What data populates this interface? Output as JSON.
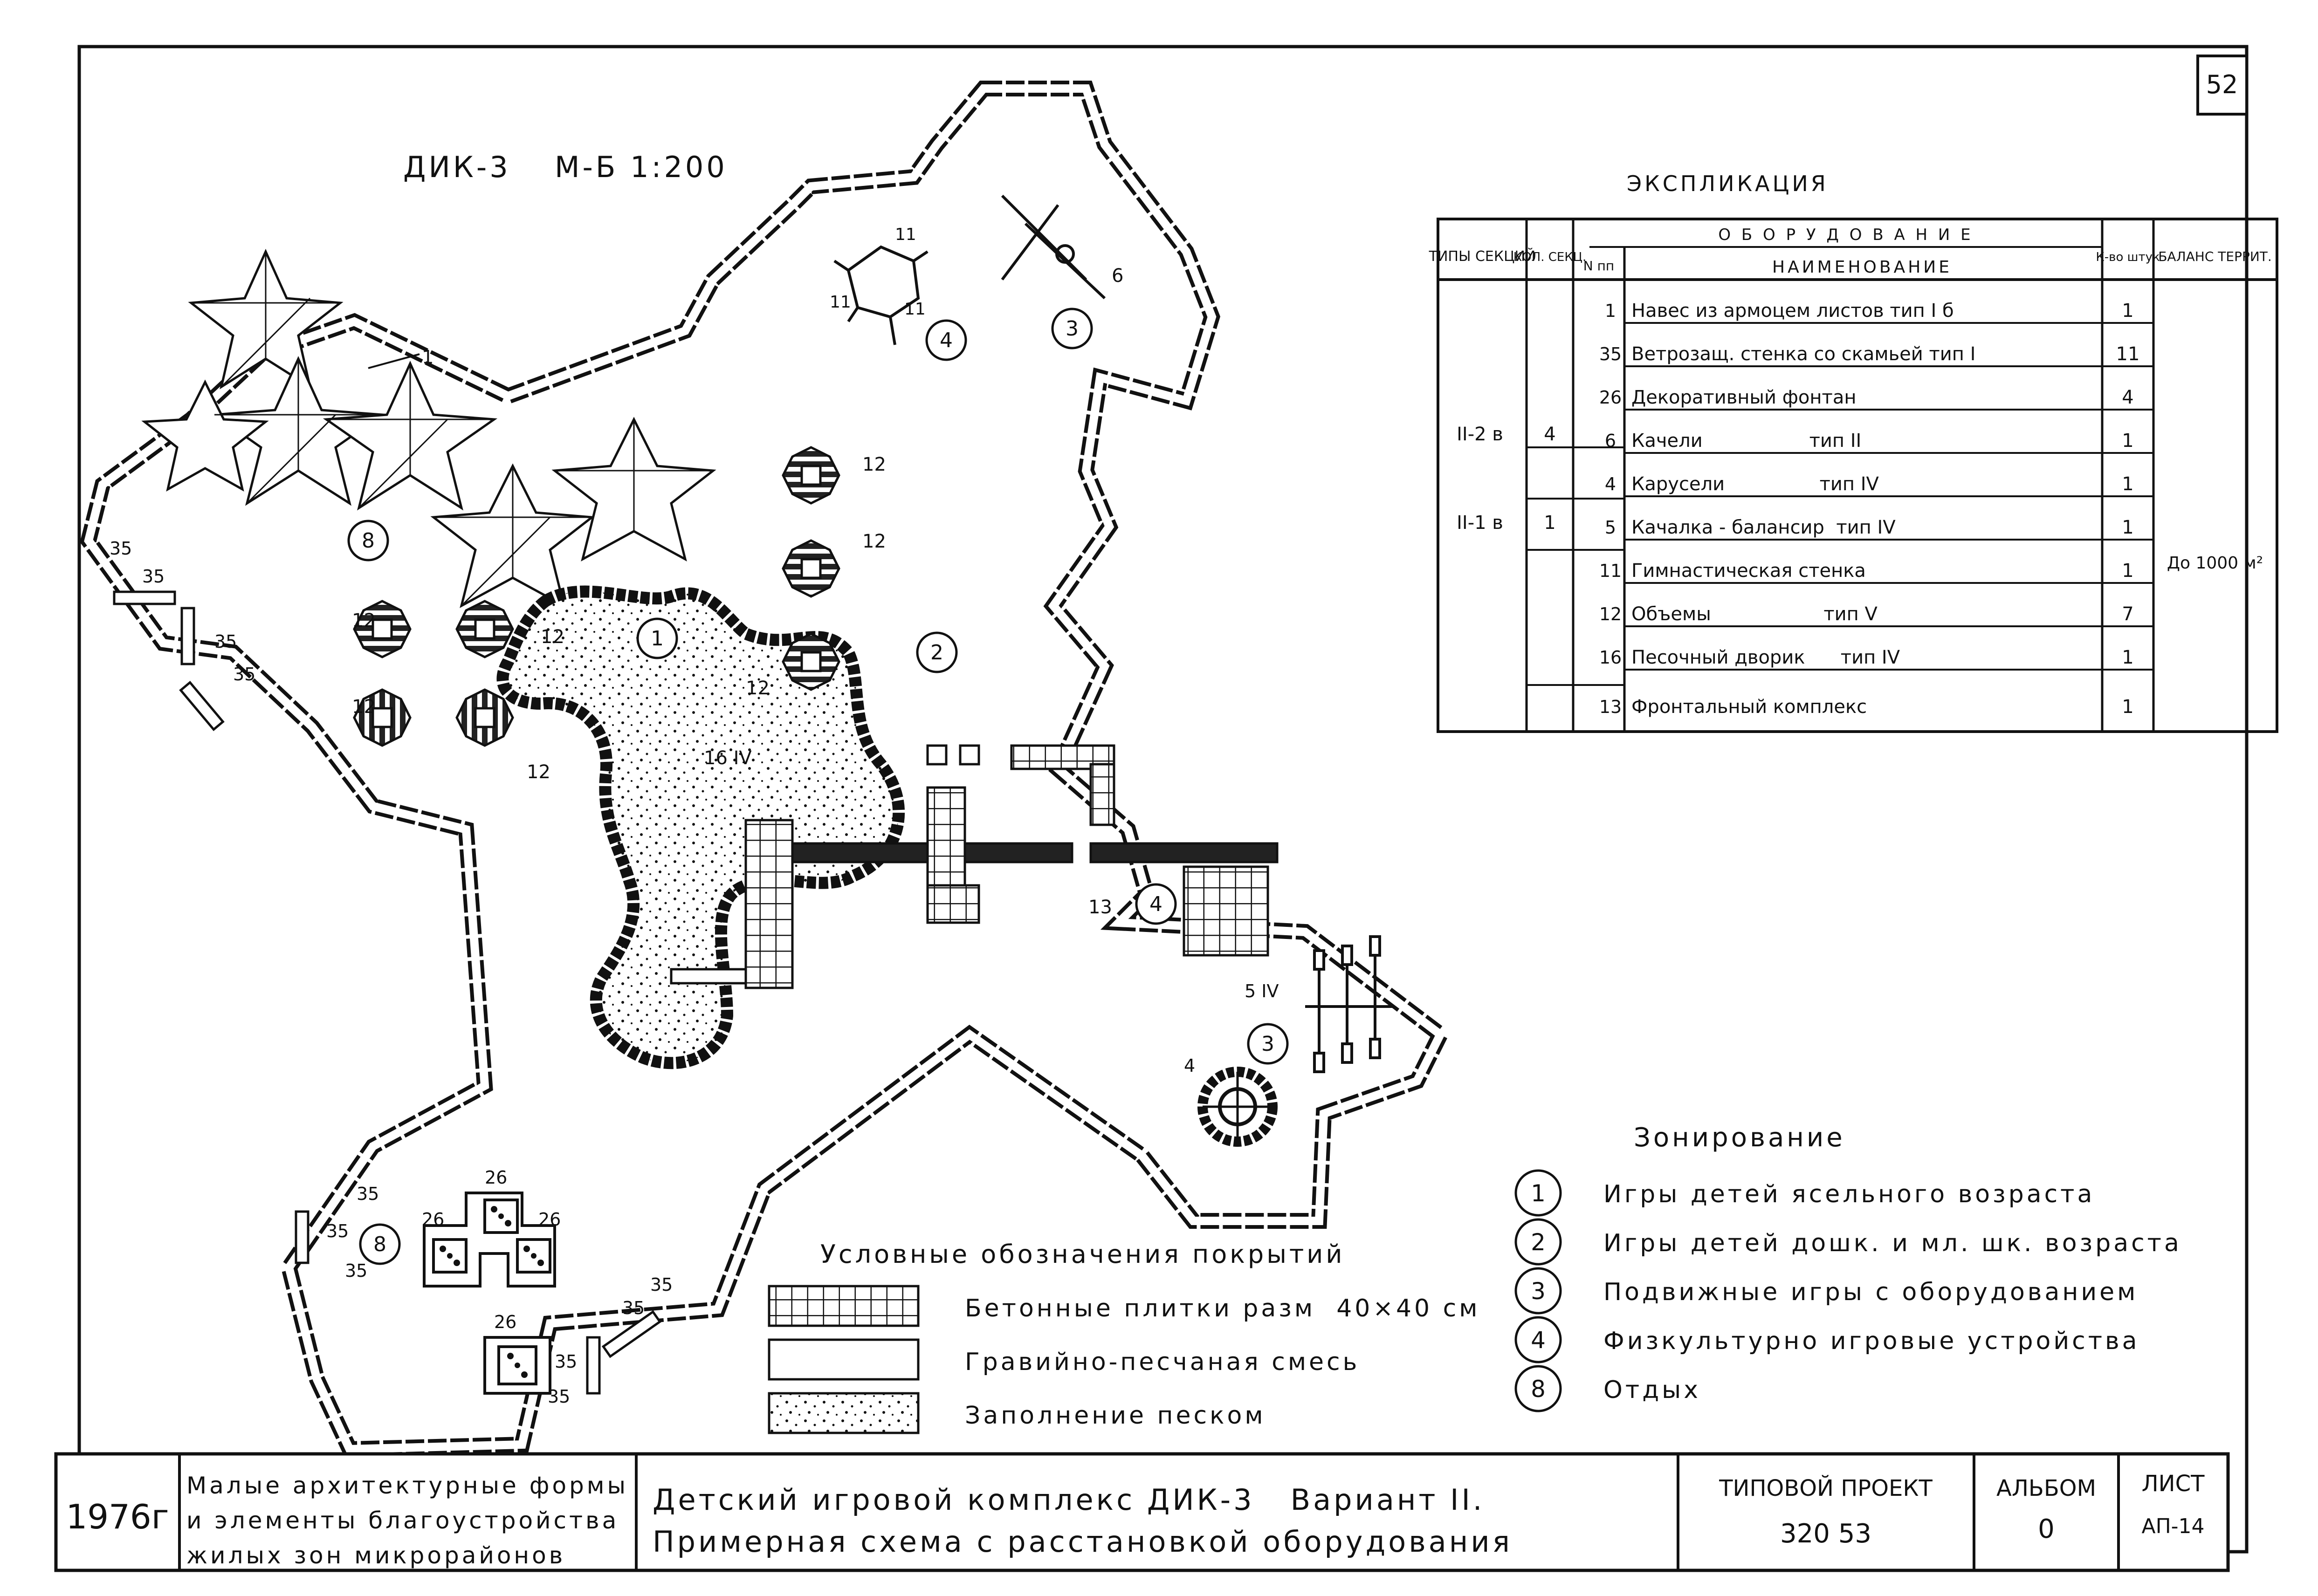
{
  "sheet_number": "52",
  "plan": {
    "title": "ДИК-3",
    "scale": "М-Б 1:200",
    "labels": {
      "n1": "1",
      "n11a": "11",
      "n11b": "11",
      "n11c": "11",
      "n6": "6",
      "n12": "12",
      "n16": "16 IV",
      "n13": "13",
      "n5": "5 IV",
      "n4": "4",
      "n26": "26",
      "n35": "35"
    },
    "zones": {
      "z1": "1",
      "z2": "2",
      "z3": "3",
      "z4": "4",
      "z8": "8"
    }
  },
  "explication": {
    "title": "ЭКСПЛИКАЦИЯ",
    "headers": {
      "section_types": "ТИПЫ СЕКЦИЙ",
      "section_count": "КОЛ. СЕКЦ.",
      "equipment": "О Б О Р У Д О В А Н И Е",
      "number": "N пп",
      "name": "НАИМЕНОВАНИЕ",
      "quantity": "К-во штук",
      "balance": "БАЛАНС ТЕРРИТ."
    },
    "section_rows": [
      {
        "type": "II-2 в",
        "count": "4"
      },
      {
        "type": "II-1 в",
        "count": "1"
      }
    ],
    "rows": [
      {
        "num": "1",
        "name": "Навес из армоцем листов тип I б",
        "qty": "1"
      },
      {
        "num": "35",
        "name": "Ветрозащ. стенка со скамьей тип I",
        "qty": "11"
      },
      {
        "num": "26",
        "name": "Декоративный фонтан",
        "qty": "4"
      },
      {
        "num": "6",
        "name": "Качели                  тип II",
        "qty": "1"
      },
      {
        "num": "4",
        "name": "Карусели                тип IV",
        "qty": "1"
      },
      {
        "num": "5",
        "name": "Качалка - балансир  тип IV",
        "qty": "1"
      },
      {
        "num": "11",
        "name": "Гимнастическая стенка",
        "qty": "1"
      },
      {
        "num": "12",
        "name": "Объемы                   тип V",
        "qty": "7"
      },
      {
        "num": "16",
        "name": "Песочный дворик      тип IV",
        "qty": "1"
      },
      {
        "num": "13",
        "name": "Фронтальный комплекс",
        "qty": "1"
      }
    ],
    "balance_value": "До 1000 м²"
  },
  "legend": {
    "title": "Условные обозначения покрытий",
    "items": [
      {
        "swatch": "tiles",
        "label": "Бетонные плитки разм  40×40 см"
      },
      {
        "swatch": "gravel",
        "label": "Гравийно-песчаная смесь"
      },
      {
        "swatch": "sand",
        "label": "Заполнение песком"
      }
    ]
  },
  "zoning": {
    "title": "Зонирование",
    "items": [
      {
        "num": "1",
        "label": "Игры детей ясельного возраста"
      },
      {
        "num": "2",
        "label": "Игры детей дошк. и мл. шк. возраста"
      },
      {
        "num": "3",
        "label": "Подвижные игры с оборудованием"
      },
      {
        "num": "4",
        "label": "Физкультурно игровые устройства"
      },
      {
        "num": "8",
        "label": "Отдых"
      }
    ]
  },
  "title_block": {
    "year": "1976г",
    "series": [
      "Малые архитектурные формы",
      "и элементы благоустройства",
      "жилых зон микрорайонов"
    ],
    "title_line1": "Детский игровой комплекс ДИК-3   Вариант II.",
    "title_line2": "Примерная схема с расстановкой оборудования",
    "project_label": "ТИПОВОЙ ПРОЕКТ",
    "project_value": "320 53",
    "album_label": "АЛЬБОМ",
    "album_value": "0",
    "sheet_label": "ЛИСТ",
    "sheet_value": "АП-14"
  }
}
